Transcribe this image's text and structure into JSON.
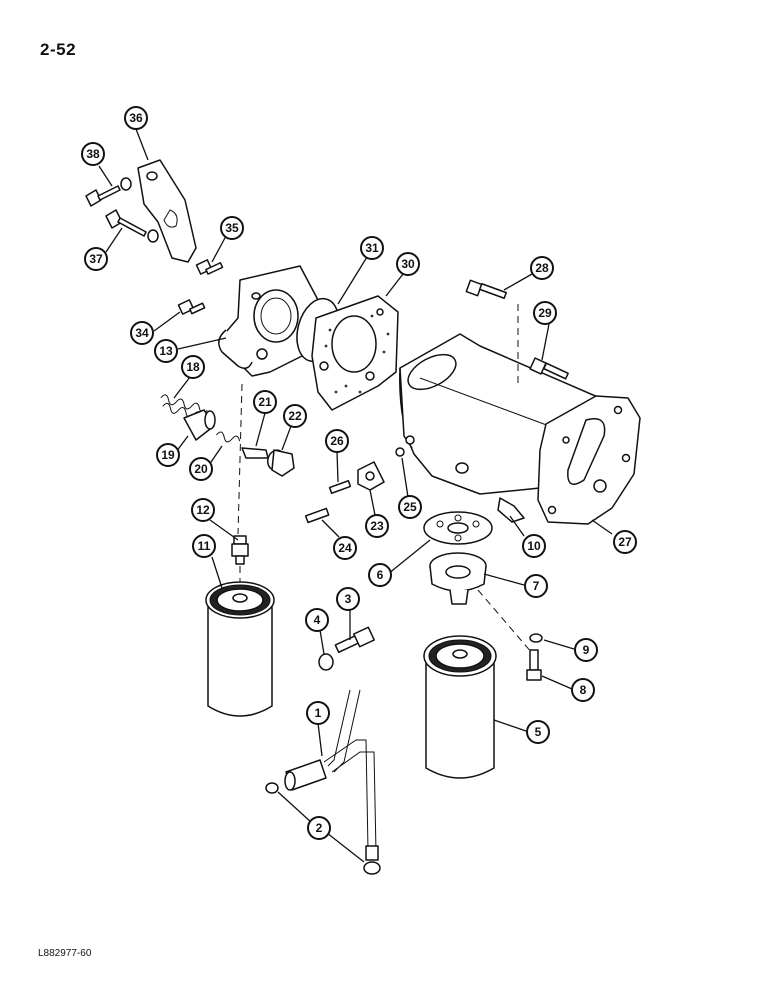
{
  "page": {
    "page_number": "2-52",
    "figure_code": "L882977-60"
  },
  "callouts": [
    {
      "id": "callout-1",
      "label": "1"
    },
    {
      "id": "callout-2",
      "label": "2"
    },
    {
      "id": "callout-3",
      "label": "3"
    },
    {
      "id": "callout-4",
      "label": "4"
    },
    {
      "id": "callout-5",
      "label": "5"
    },
    {
      "id": "callout-6",
      "label": "6"
    },
    {
      "id": "callout-7",
      "label": "7"
    },
    {
      "id": "callout-8",
      "label": "8"
    },
    {
      "id": "callout-9",
      "label": "9"
    },
    {
      "id": "callout-10",
      "label": "10"
    },
    {
      "id": "callout-11",
      "label": "11"
    },
    {
      "id": "callout-12",
      "label": "12"
    },
    {
      "id": "callout-13",
      "label": "13"
    },
    {
      "id": "callout-18",
      "label": "18"
    },
    {
      "id": "callout-19",
      "label": "19"
    },
    {
      "id": "callout-20",
      "label": "20"
    },
    {
      "id": "callout-21",
      "label": "21"
    },
    {
      "id": "callout-22",
      "label": "22"
    },
    {
      "id": "callout-23",
      "label": "23"
    },
    {
      "id": "callout-24",
      "label": "24"
    },
    {
      "id": "callout-25",
      "label": "25"
    },
    {
      "id": "callout-26",
      "label": "26"
    },
    {
      "id": "callout-27",
      "label": "27"
    },
    {
      "id": "callout-28",
      "label": "28"
    },
    {
      "id": "callout-29",
      "label": "29"
    },
    {
      "id": "callout-30",
      "label": "30"
    },
    {
      "id": "callout-31",
      "label": "31"
    },
    {
      "id": "callout-34",
      "label": "34"
    },
    {
      "id": "callout-35",
      "label": "35"
    },
    {
      "id": "callout-36",
      "label": "36"
    },
    {
      "id": "callout-37",
      "label": "37"
    },
    {
      "id": "callout-38",
      "label": "38"
    }
  ]
}
